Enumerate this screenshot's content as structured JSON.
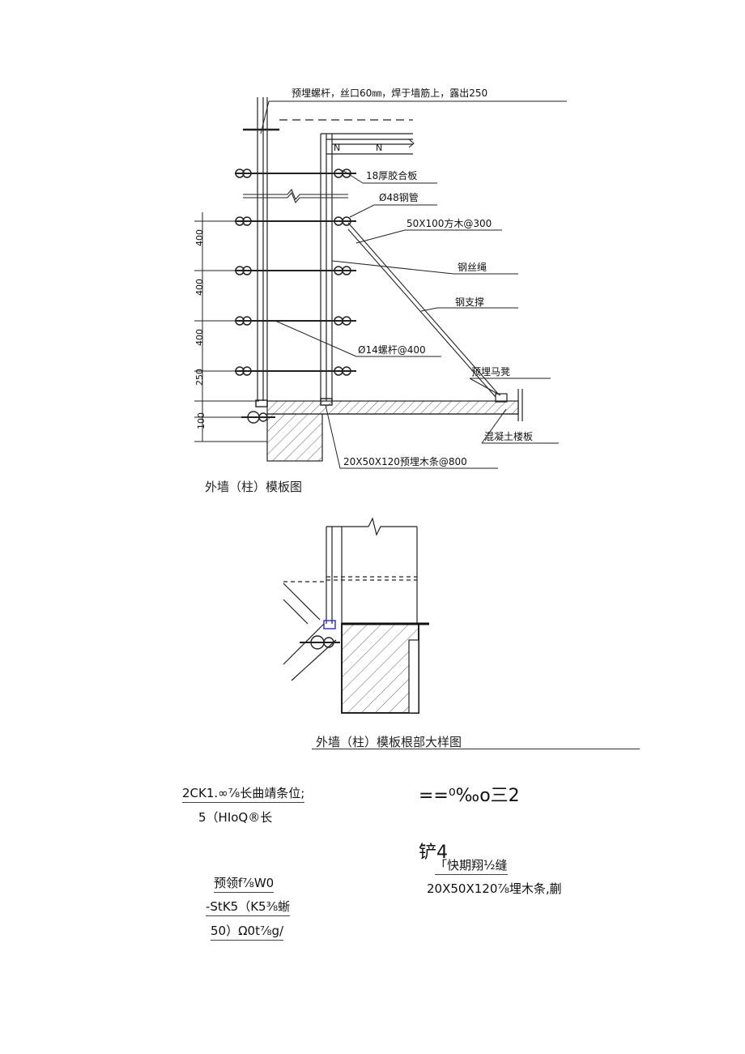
{
  "figure1": {
    "caption": "外墙（柱）模板图",
    "labels": {
      "embedded_bolt": "预埋螺杆，丝口60㎜，焊于墙筋上，露出250",
      "plywood": "18厚胶合板",
      "steel_pipe": "Ø48钢管",
      "timber": "50X100方木@300",
      "wire_rope": "钢丝绳",
      "steel_brace": "钢支撑",
      "bolt": "Ø14螺杆@400",
      "embedded_stool": "预埋马凳",
      "slab": "混凝土楼板",
      "embedded_strip": "20X50X120预埋木条@800"
    },
    "dimensions": [
      "400",
      "400",
      "400",
      "250",
      "100"
    ]
  },
  "figure2": {
    "caption": "外墙（柱）模板根部大样图"
  },
  "ocr_text": {
    "left_line1": "2CK1.∞⅞长曲靖条位;",
    "left_line2": "5（HIoQ®长",
    "left_line3": "预领f⅞W0",
    "left_line4": "-StK5（K5⅜蜥",
    "left_line5": "50）Ω0t⅞g/",
    "right_line1": "==⁰‰o三2",
    "right_line2": "铲4",
    "right_line3": "「快期翔½缝",
    "right_line4": "20X50X120⅞埋木条,蒯"
  }
}
